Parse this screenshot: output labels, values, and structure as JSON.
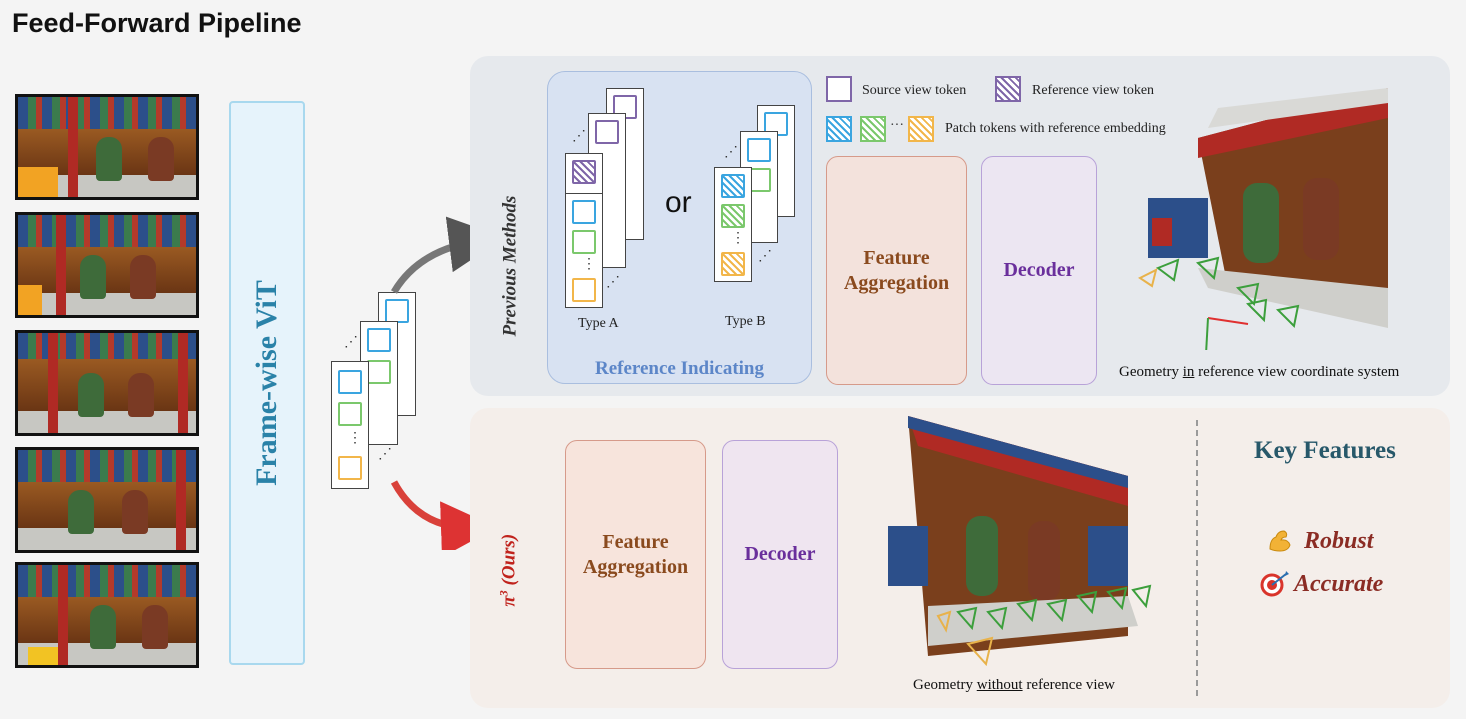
{
  "title": "Feed-Forward Pipeline",
  "encoder": {
    "label": "Frame-wise ViT"
  },
  "branch_previous": {
    "label": "Previous Methods"
  },
  "branch_ours": {
    "label_main": "π",
    "label_sup": "3",
    "label_suffix": " (Ours)"
  },
  "reference_indicating": {
    "title": "Reference Indicating",
    "type_a_label": "Type A",
    "type_b_label": "Type B",
    "or_label": "or"
  },
  "legend": {
    "source_token": "Source view token",
    "reference_token": "Reference view token",
    "patch_tokens": "Patch tokens with reference embedding",
    "ellipsis": "···"
  },
  "modules": {
    "feature_aggregation_line1": "Feature",
    "feature_aggregation_line2": "Aggregation",
    "decoder": "Decoder"
  },
  "captions": {
    "top_pre": "Geometry ",
    "top_em": "in",
    "top_post": " reference view coordinate system",
    "bottom_pre": "Geometry ",
    "bottom_em": "without",
    "bottom_post": " reference view"
  },
  "key_features": {
    "title": "Key Features",
    "items": [
      {
        "icon": "flexed-biceps-icon",
        "label": "Robust"
      },
      {
        "icon": "target-icon",
        "label": "Accurate"
      }
    ]
  },
  "colors": {
    "token_blue": "#3aa5e0",
    "token_green": "#7bc86c",
    "token_yellow": "#f2b64a",
    "token_purple": "#7f66a8",
    "vit_text": "#2a82a8",
    "ours_red": "#c0221c"
  }
}
